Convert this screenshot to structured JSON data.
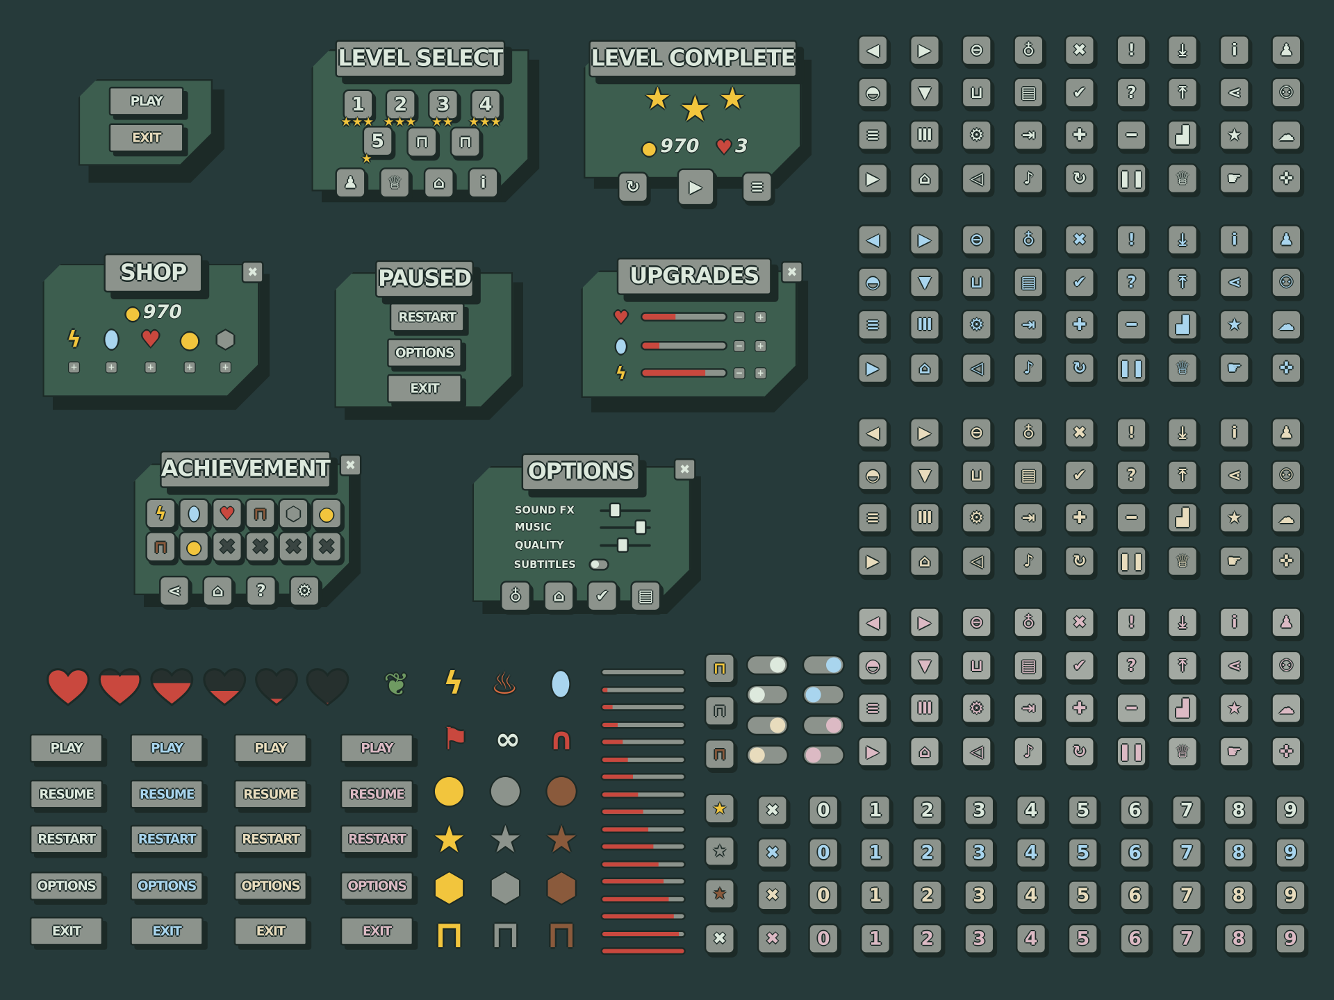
{
  "colors": {
    "background": "#263a3a",
    "panel": "#3d5e4f",
    "tile": "#8c938c",
    "outline": "#1c2a27",
    "gold": "#f2c53d",
    "red": "#c9483e",
    "silver": "#8c938c",
    "bronze": "#8a5a3c"
  },
  "palettes": {
    "mint": "#dde9dd",
    "blue": "#a9d5ee",
    "beige": "#e8dcbd",
    "pink": "#dcbac4"
  },
  "menu_panel": {
    "play": "PLAY",
    "exit": "EXIT"
  },
  "level_select": {
    "title": "LEVEL SELECT",
    "levels": [
      {
        "n": "1",
        "stars": 3
      },
      {
        "n": "2",
        "stars": 3
      },
      {
        "n": "3",
        "stars": 2
      },
      {
        "n": "4",
        "stars": 3
      },
      {
        "n": "5",
        "stars": 1
      }
    ],
    "locked_count": 2,
    "bottom_icons": [
      "user-icon",
      "trophy-icon",
      "home-icon",
      "info-icon"
    ]
  },
  "level_complete": {
    "title": "LEVEL COMPLETE",
    "stars_earned": 3,
    "coins": "970",
    "lives": "3",
    "buttons": [
      "restart-icon",
      "play-icon",
      "menu-icon"
    ]
  },
  "shop": {
    "title": "SHOP",
    "coins": "970",
    "items": [
      "bolt-icon",
      "drop-icon",
      "heart-icon",
      "coin-icon",
      "gem-icon"
    ]
  },
  "paused": {
    "title": "PAUSED",
    "buttons": [
      "RESTART",
      "OPTIONS",
      "EXIT"
    ]
  },
  "upgrades": {
    "title": "UPGRADES",
    "rows": [
      {
        "icon": "heart-icon",
        "level": 0.4
      },
      {
        "icon": "drop-icon",
        "level": 0.2
      },
      {
        "icon": "bolt-icon",
        "level": 0.75
      }
    ]
  },
  "achievement": {
    "title": "ACHIEVEMENT",
    "badges": [
      "bolt-icon",
      "drop-icon",
      "heart-icon",
      "lock-bronze-icon",
      "gem-icon",
      "coin-icon",
      "lock-bronze-icon",
      "coin-icon",
      "x-icon",
      "x-icon",
      "x-icon",
      "x-icon"
    ],
    "bottom_icons": [
      "share-icon",
      "home-icon",
      "question-icon",
      "gear-icon"
    ]
  },
  "options": {
    "title": "OPTIONS",
    "sliders": [
      {
        "label": "SOUND FX",
        "value": 0.3
      },
      {
        "label": "MUSIC",
        "value": 0.8
      },
      {
        "label": "QUALITY",
        "value": 0.45
      }
    ],
    "toggle": {
      "label": "SUBTITLES",
      "on": false
    },
    "bottom_icons": [
      "lightbulb-icon",
      "home-icon",
      "check-icon",
      "sd-card-icon"
    ]
  },
  "icon_sheet": {
    "variants": [
      "mint",
      "blue",
      "beige",
      "pink"
    ],
    "icons": [
      "arrow-left-icon",
      "arrow-right-icon",
      "minus-circle-icon",
      "lightbulb-icon",
      "x-icon",
      "exclamation-icon",
      "download-icon",
      "info-icon",
      "user-icon",
      "hill-icon",
      "shield-icon",
      "basket-icon",
      "sd-card-icon",
      "check-icon",
      "question-icon",
      "upload-icon",
      "share-icon",
      "users-icon",
      "list-icon",
      "columns-icon",
      "gear-icon",
      "exit-door-icon",
      "plus-icon",
      "minus-icon",
      "podium-icon",
      "star-icon",
      "cloud-icon",
      "play-icon",
      "home-icon",
      "speaker-icon",
      "music-icon",
      "restart-icon",
      "pause-icon",
      "trophy-icon",
      "thumbs-up-icon",
      "gamepad-icon"
    ]
  },
  "hearts": [
    1,
    0.8,
    0.6,
    0.4,
    0.2,
    0.1
  ],
  "item_rows": [
    [
      "leaf-icon",
      "bolt-icon",
      "fire-icon",
      "drop-icon"
    ],
    [
      "flag-icon",
      "bone-icon",
      "magnet-icon"
    ],
    [
      "coin-gold-icon",
      "coin-silver-icon",
      "coin-bronze-icon"
    ],
    [
      "star-gold-icon",
      "star-silver-icon",
      "star-bronze-icon"
    ],
    [
      "gem-gold-icon",
      "gem-silver-icon",
      "gem-bronze-icon"
    ],
    [
      "lock-gold-icon",
      "lock-silver-icon",
      "lock-bronze-icon"
    ]
  ],
  "progress_bars": [
    0,
    0.06,
    0.12,
    0.19,
    0.25,
    0.31,
    0.38,
    0.44,
    0.5,
    0.56,
    0.62,
    0.69,
    0.75,
    0.81,
    0.88,
    0.94,
    1
  ],
  "button_sheet": {
    "labels": [
      "PLAY",
      "RESUME",
      "RESTART",
      "OPTIONS",
      "EXIT"
    ],
    "variants": [
      "mint",
      "blue",
      "beige",
      "pink"
    ]
  },
  "lock_tiles": [
    "lock-gold-icon",
    "lock-silver-icon",
    "lock-bronze-icon"
  ],
  "toggles": [
    [
      {
        "on": true,
        "variant": "mint"
      },
      {
        "on": true,
        "variant": "blue"
      }
    ],
    [
      {
        "on": false,
        "variant": "mint"
      },
      {
        "on": false,
        "variant": "blue"
      }
    ],
    [
      {
        "on": true,
        "variant": "beige"
      },
      {
        "on": true,
        "variant": "pink"
      }
    ],
    [
      {
        "on": false,
        "variant": "beige"
      },
      {
        "on": false,
        "variant": "pink"
      }
    ]
  ],
  "star_tiles": [
    "star-gold-icon",
    "star-silver-icon",
    "star-bronze-icon",
    "x-icon"
  ],
  "digits": [
    "0",
    "1",
    "2",
    "3",
    "4",
    "5",
    "6",
    "7",
    "8",
    "9"
  ]
}
